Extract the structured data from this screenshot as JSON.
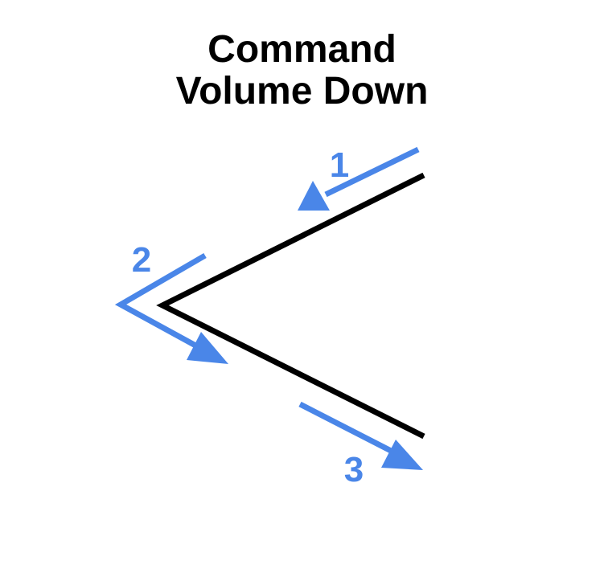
{
  "title": {
    "line1": "Command",
    "line2": "Volume Down"
  },
  "colors": {
    "stroke": "#000000",
    "accent": "#4a86e8",
    "background": "#ffffff"
  },
  "steps": [
    {
      "label": "1"
    },
    {
      "label": "2"
    },
    {
      "label": "3"
    }
  ]
}
